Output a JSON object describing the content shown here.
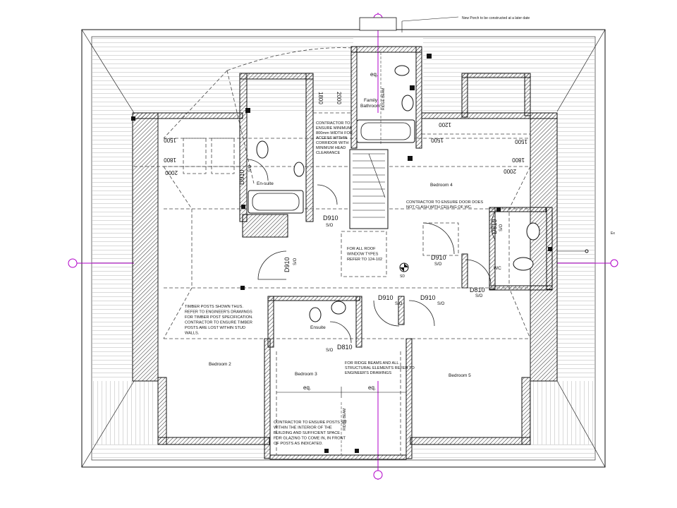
{
  "porch_note": "New Porch to be constructed at a later date",
  "rooms": {
    "family_bathroom": "Family\nBathroom",
    "ensuite_upper": "En-suite",
    "ensuite_lower": "Ensuite",
    "bedroom2": "Bedroom 2",
    "bedroom3": "Bedroom 3",
    "bedroom4": "Bedroom 4",
    "bedroom5": "Bedroom 5",
    "wc": "WC"
  },
  "notes": {
    "corridor": [
      "CONTRACTOR TO",
      "ENSURE MINIMUM",
      "800mm WIDTH FOR",
      "ACCESS WITHIN",
      "CORRIDOR WITH",
      "MINIMUM HEAD",
      "CLEARANCE"
    ],
    "door_clash": [
      "CONTRACTOR TO ENSURE DOOR DOES",
      "NOT CLASH WITH CEILING OF WC."
    ],
    "roof_window": [
      "FOR ALL ROOF",
      "WINDOW TYPES",
      "REFER TO 124-102"
    ],
    "timber_posts": [
      "TIMBER POSTS SHOWN THUS.",
      "REFER TO ENGINEER'S DRAWINGS",
      "FOR TIMBER POST SPECIFICATION.",
      "CONTRACTOR TO ENSURE TIMBER",
      "POSTS ARE LOST WITHIN STUD",
      "WALLS."
    ],
    "ridge_beams": [
      "FOR RIDGE BEAMS AND ALL",
      "STRUCTURAL ELEMENTS REFER TO",
      "ENGINEER'S DRAWINGS"
    ],
    "glazing": [
      "CONTRACTOR TO ENSURE POSTS SIT",
      "WITHIN THE INTERIOR OF THE",
      "BUILDING AND SUFFICIENT SPACE",
      "FOR GLAZING TO COME IN, IN FRONT",
      "OF POSTS AS INDICATED."
    ]
  },
  "doors": {
    "d910": "D910",
    "d810": "D810",
    "so": "S/O"
  },
  "dims": {
    "h1500": "1500",
    "h1800": "1800",
    "h2000": "2000",
    "h1200": "1200",
    "eq": "eq."
  },
  "labels": {
    "ridge_beam": "RIDGE BEAM",
    "section": "SD",
    "ex": "Ex"
  }
}
